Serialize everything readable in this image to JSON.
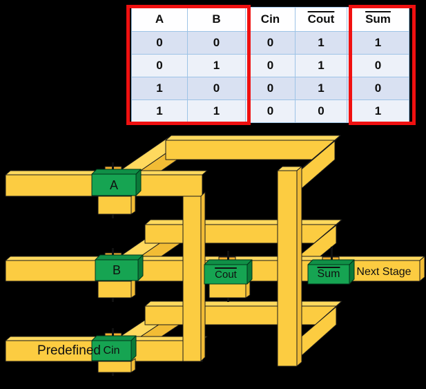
{
  "colors": {
    "background": "#000000",
    "bar_yellow": "#FCCC41",
    "bar_yellow_top": "#FFD95E",
    "label_green": "#16A452",
    "highlight_red": "#F01010",
    "table_border_blue": "#9DC3E6",
    "table_row_blue": "#D9E1F2",
    "table_row_light": "#EDF1F9"
  },
  "truth_table": {
    "columns": [
      {
        "label": "A",
        "overline": false
      },
      {
        "label": "B",
        "overline": false
      },
      {
        "label": "Cin",
        "overline": false
      },
      {
        "label": "Cout",
        "overline": true
      },
      {
        "label": "Sum",
        "overline": true
      }
    ],
    "rows": [
      [
        "0",
        "0",
        "0",
        "1",
        "1"
      ],
      [
        "0",
        "1",
        "0",
        "1",
        "0"
      ],
      [
        "1",
        "0",
        "0",
        "1",
        "0"
      ],
      [
        "1",
        "1",
        "0",
        "0",
        "1"
      ]
    ],
    "highlights": [
      {
        "name": "inputs-a-b",
        "columns": [
          "A",
          "B"
        ]
      },
      {
        "name": "output-sum",
        "columns": [
          "Sum"
        ]
      }
    ]
  },
  "structure": {
    "nodes": {
      "a": {
        "label": "A",
        "overline": false
      },
      "b": {
        "label": "B",
        "overline": false
      },
      "cin": {
        "label": "Cin",
        "overline": false
      },
      "cout": {
        "label": "Cout",
        "overline": true
      },
      "sum": {
        "label": "Sum",
        "overline": true
      }
    },
    "annotations": {
      "predefined": "Predefined",
      "next_stage": "Next Stage"
    }
  }
}
